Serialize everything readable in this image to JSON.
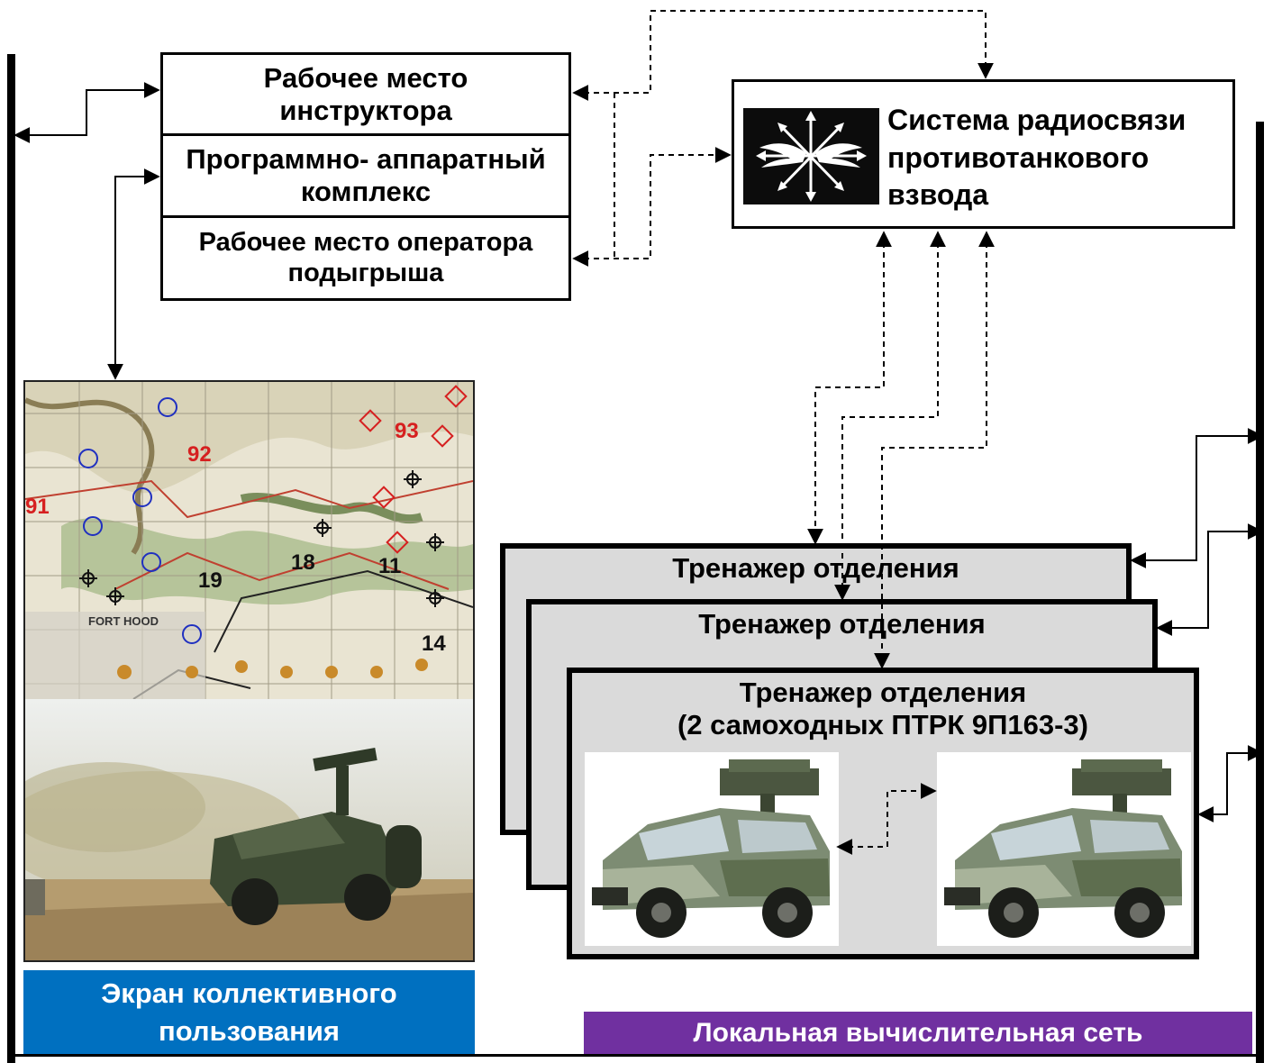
{
  "left_stack": {
    "instructor": "Рабочее место инструктора",
    "hardware": "Программно- аппаратный комплекс",
    "operator": "Рабочее место оператора подыгрыша"
  },
  "radio": {
    "label": "Система радиосвязи противотанкового взвода",
    "icon": "radio-communication-emblem-icon"
  },
  "screen_banner": "Экран коллективного пользования",
  "lan_banner": "Локальная вычислительная сеть",
  "trainers": [
    {
      "title": "Тренажер отделения"
    },
    {
      "title": "Тренажер отделения"
    },
    {
      "title": "Тренажер отделения",
      "subtitle": "(2 самоходных ПТРК 9П163-3)"
    }
  ],
  "map": {
    "region_labels": [
      "91",
      "92",
      "93",
      "19",
      "18",
      "11",
      "14"
    ],
    "place_label": "FORT HOOD"
  },
  "colors": {
    "screen_banner": "#0070c0",
    "lan_banner": "#7030a0",
    "trainer_fill": "#dadada",
    "map_red": "#d62020",
    "map_blue": "#2030c0"
  }
}
